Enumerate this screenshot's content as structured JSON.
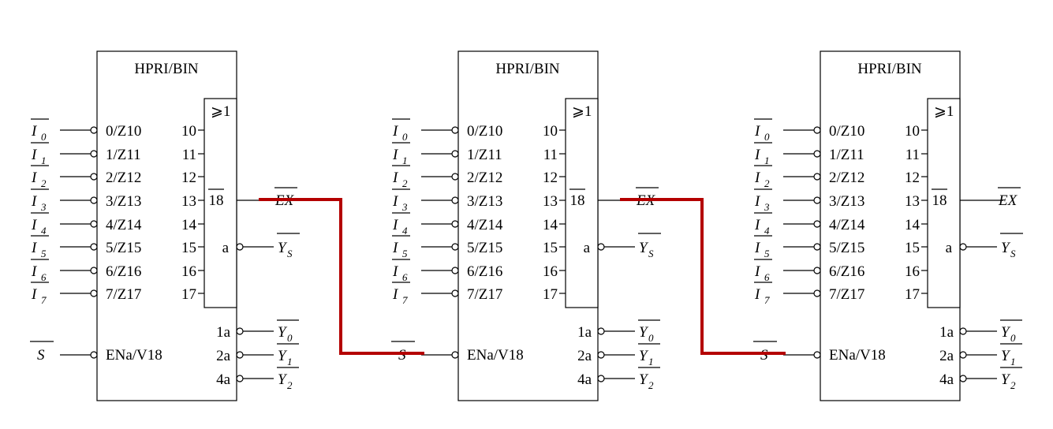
{
  "colors": {
    "line": "#000000",
    "cascade": "#b40000",
    "background": "#ffffff"
  },
  "chips": [
    {
      "title": "HPRI/BIN",
      "ge_label": "⩾1",
      "inputs": [
        {
          "sym": "I",
          "sub": "0",
          "pin": "0/Z10"
        },
        {
          "sym": "I",
          "sub": "1",
          "pin": "1/Z11"
        },
        {
          "sym": "I",
          "sub": "2",
          "pin": "2/Z12"
        },
        {
          "sym": "I",
          "sub": "3",
          "pin": "3/Z13"
        },
        {
          "sym": "I",
          "sub": "4",
          "pin": "4/Z14"
        },
        {
          "sym": "I",
          "sub": "5",
          "pin": "5/Z15"
        },
        {
          "sym": "I",
          "sub": "6",
          "pin": "6/Z16"
        },
        {
          "sym": "I",
          "sub": "7",
          "pin": "7/Z17"
        }
      ],
      "inner_nums": [
        "10",
        "11",
        "12",
        "13",
        "14",
        "15",
        "16",
        "17"
      ],
      "ge_out_18": "18",
      "ge_out_a": "a",
      "ex_label": "EX",
      "ys_sym": "Y",
      "ys_sub": "S",
      "enable_label": "S",
      "enable_pin": "ENa/V18",
      "outputs": [
        {
          "pin": "1a",
          "sym": "Y",
          "sub": "0"
        },
        {
          "pin": "2a",
          "sym": "Y",
          "sub": "1"
        },
        {
          "pin": "4a",
          "sym": "Y",
          "sub": "2"
        }
      ]
    },
    {
      "title": "HPRI/BIN",
      "ge_label": "⩾1",
      "inputs": [
        {
          "sym": "I",
          "sub": "0",
          "pin": "0/Z10"
        },
        {
          "sym": "I",
          "sub": "1",
          "pin": "1/Z11"
        },
        {
          "sym": "I",
          "sub": "2",
          "pin": "2/Z12"
        },
        {
          "sym": "I",
          "sub": "3",
          "pin": "3/Z13"
        },
        {
          "sym": "I",
          "sub": "4",
          "pin": "4/Z14"
        },
        {
          "sym": "I",
          "sub": "5",
          "pin": "5/Z15"
        },
        {
          "sym": "I",
          "sub": "6",
          "pin": "6/Z16"
        },
        {
          "sym": "I",
          "sub": "7",
          "pin": "7/Z17"
        }
      ],
      "inner_nums": [
        "10",
        "11",
        "12",
        "13",
        "14",
        "15",
        "16",
        "17"
      ],
      "ge_out_18": "18",
      "ge_out_a": "a",
      "ex_label": "EX",
      "ys_sym": "Y",
      "ys_sub": "S",
      "enable_label": "S",
      "enable_pin": "ENa/V18",
      "outputs": [
        {
          "pin": "1a",
          "sym": "Y",
          "sub": "0"
        },
        {
          "pin": "2a",
          "sym": "Y",
          "sub": "1"
        },
        {
          "pin": "4a",
          "sym": "Y",
          "sub": "2"
        }
      ]
    },
    {
      "title": "HPRI/BIN",
      "ge_label": "⩾1",
      "inputs": [
        {
          "sym": "I",
          "sub": "0",
          "pin": "0/Z10"
        },
        {
          "sym": "I",
          "sub": "1",
          "pin": "1/Z11"
        },
        {
          "sym": "I",
          "sub": "2",
          "pin": "2/Z12"
        },
        {
          "sym": "I",
          "sub": "3",
          "pin": "3/Z13"
        },
        {
          "sym": "I",
          "sub": "4",
          "pin": "4/Z14"
        },
        {
          "sym": "I",
          "sub": "5",
          "pin": "5/Z15"
        },
        {
          "sym": "I",
          "sub": "6",
          "pin": "6/Z16"
        },
        {
          "sym": "I",
          "sub": "7",
          "pin": "7/Z17"
        }
      ],
      "inner_nums": [
        "10",
        "11",
        "12",
        "13",
        "14",
        "15",
        "16",
        "17"
      ],
      "ge_out_18": "18",
      "ge_out_a": "a",
      "ex_label": "EX",
      "ys_sym": "Y",
      "ys_sub": "S",
      "enable_label": "S",
      "enable_pin": "ENa/V18",
      "outputs": [
        {
          "pin": "1a",
          "sym": "Y",
          "sub": "0"
        },
        {
          "pin": "2a",
          "sym": "Y",
          "sub": "1"
        },
        {
          "pin": "4a",
          "sym": "Y",
          "sub": "2"
        }
      ]
    }
  ]
}
